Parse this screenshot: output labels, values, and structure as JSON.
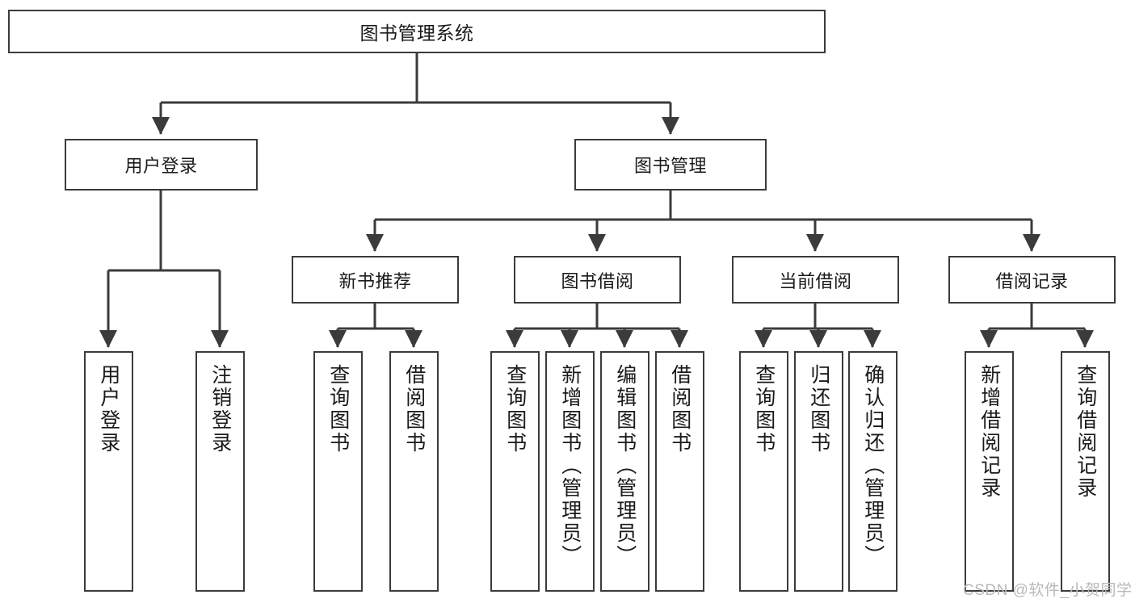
{
  "diagram": {
    "title": "图书管理系统",
    "type": "hierarchy-tree",
    "root": {
      "label": "图书管理系统"
    },
    "level1": [
      {
        "label": "用户登录"
      },
      {
        "label": "图书管理"
      }
    ],
    "level2": [
      {
        "label": "新书推荐",
        "parent": "图书管理"
      },
      {
        "label": "图书借阅",
        "parent": "图书管理"
      },
      {
        "label": "当前借阅",
        "parent": "图书管理"
      },
      {
        "label": "借阅记录",
        "parent": "图书管理"
      }
    ],
    "leaves": [
      {
        "label": "用户登录",
        "parent": "用户登录"
      },
      {
        "label": "注销登录",
        "parent": "用户登录"
      },
      {
        "label": "查询图书",
        "parent": "新书推荐"
      },
      {
        "label": "借阅图书",
        "parent": "新书推荐"
      },
      {
        "label": "查询图书",
        "parent": "图书借阅"
      },
      {
        "label": "新增图书（管理员）",
        "parent": "图书借阅"
      },
      {
        "label": "编辑图书（管理员）",
        "parent": "图书借阅"
      },
      {
        "label": "借阅图书",
        "parent": "图书借阅"
      },
      {
        "label": "查询图书",
        "parent": "当前借阅"
      },
      {
        "label": "归还图书",
        "parent": "当前借阅"
      },
      {
        "label": "确认归还（管理员）",
        "parent": "当前借阅"
      },
      {
        "label": "新增借阅记录",
        "parent": "借阅记录"
      },
      {
        "label": "查询借阅记录",
        "parent": "借阅记录"
      }
    ]
  },
  "watermark": {
    "text": "CSDN @软件_小贺同学"
  },
  "colors": {
    "stroke": "#3b3b3b",
    "fill": "#ffffff",
    "text": "#1a1a1a",
    "watermark": "#b9b9b9"
  }
}
